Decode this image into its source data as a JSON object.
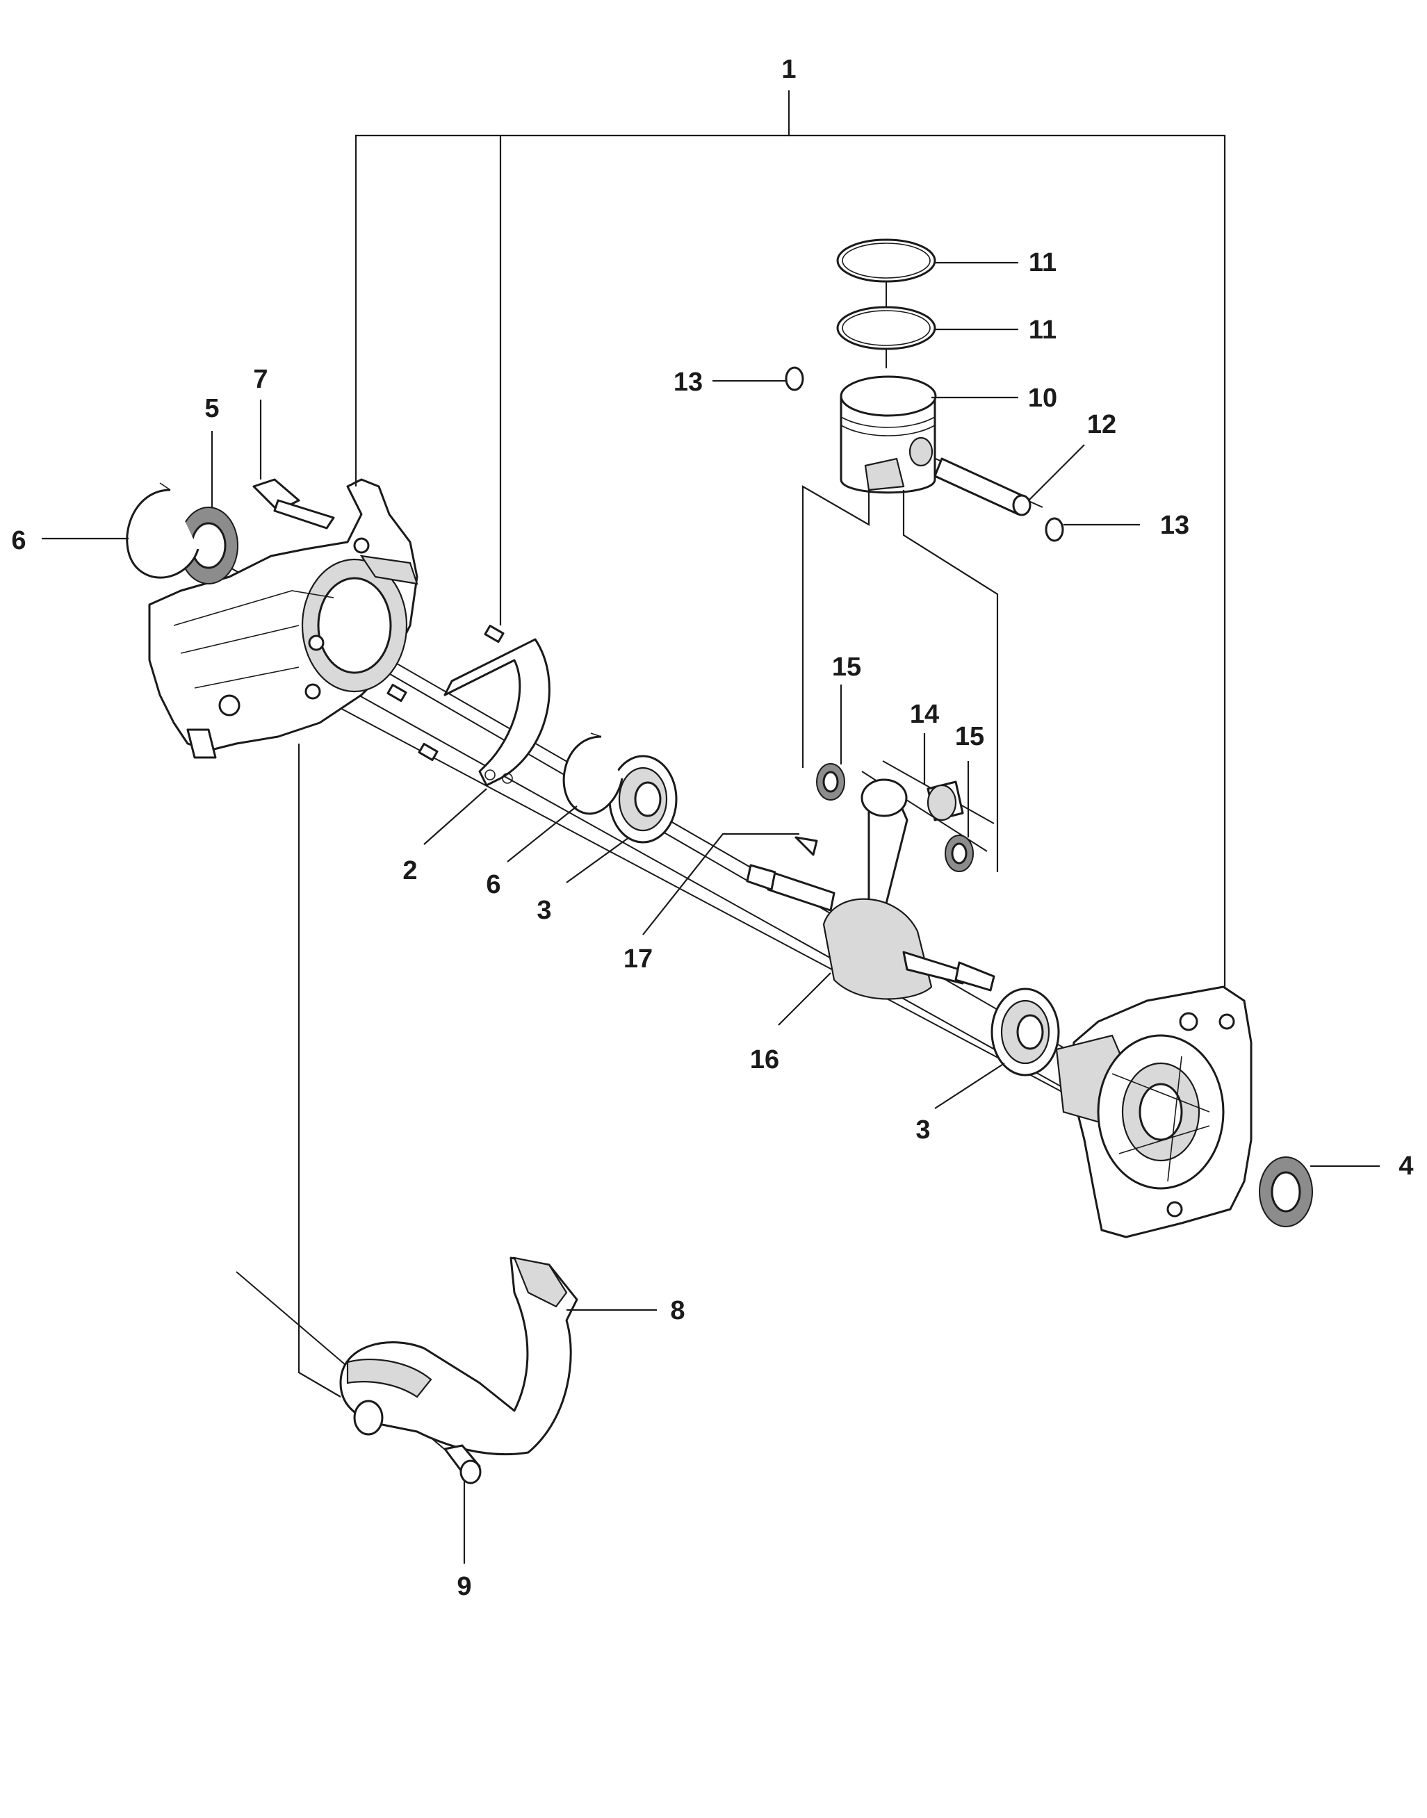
{
  "callouts": [
    {
      "id": "c1",
      "label": "1"
    },
    {
      "id": "c2",
      "label": "2"
    },
    {
      "id": "c3a",
      "label": "3"
    },
    {
      "id": "c3b",
      "label": "3"
    },
    {
      "id": "c4",
      "label": "4"
    },
    {
      "id": "c5",
      "label": "5"
    },
    {
      "id": "c6a",
      "label": "6"
    },
    {
      "id": "c6b",
      "label": "6"
    },
    {
      "id": "c7",
      "label": "7"
    },
    {
      "id": "c8",
      "label": "8"
    },
    {
      "id": "c9",
      "label": "9"
    },
    {
      "id": "c10",
      "label": "10"
    },
    {
      "id": "c11a",
      "label": "11"
    },
    {
      "id": "c11b",
      "label": "11"
    },
    {
      "id": "c12",
      "label": "12"
    },
    {
      "id": "c13a",
      "label": "13"
    },
    {
      "id": "c13b",
      "label": "13"
    },
    {
      "id": "c14",
      "label": "14"
    },
    {
      "id": "c15a",
      "label": "15"
    },
    {
      "id": "c15b",
      "label": "15"
    },
    {
      "id": "c16",
      "label": "16"
    },
    {
      "id": "c17",
      "label": "17"
    }
  ],
  "colors": {
    "line": "#1a1a1a",
    "shade": "#d9d9d9",
    "dark": "#8c8c8c",
    "background": "#ffffff"
  }
}
